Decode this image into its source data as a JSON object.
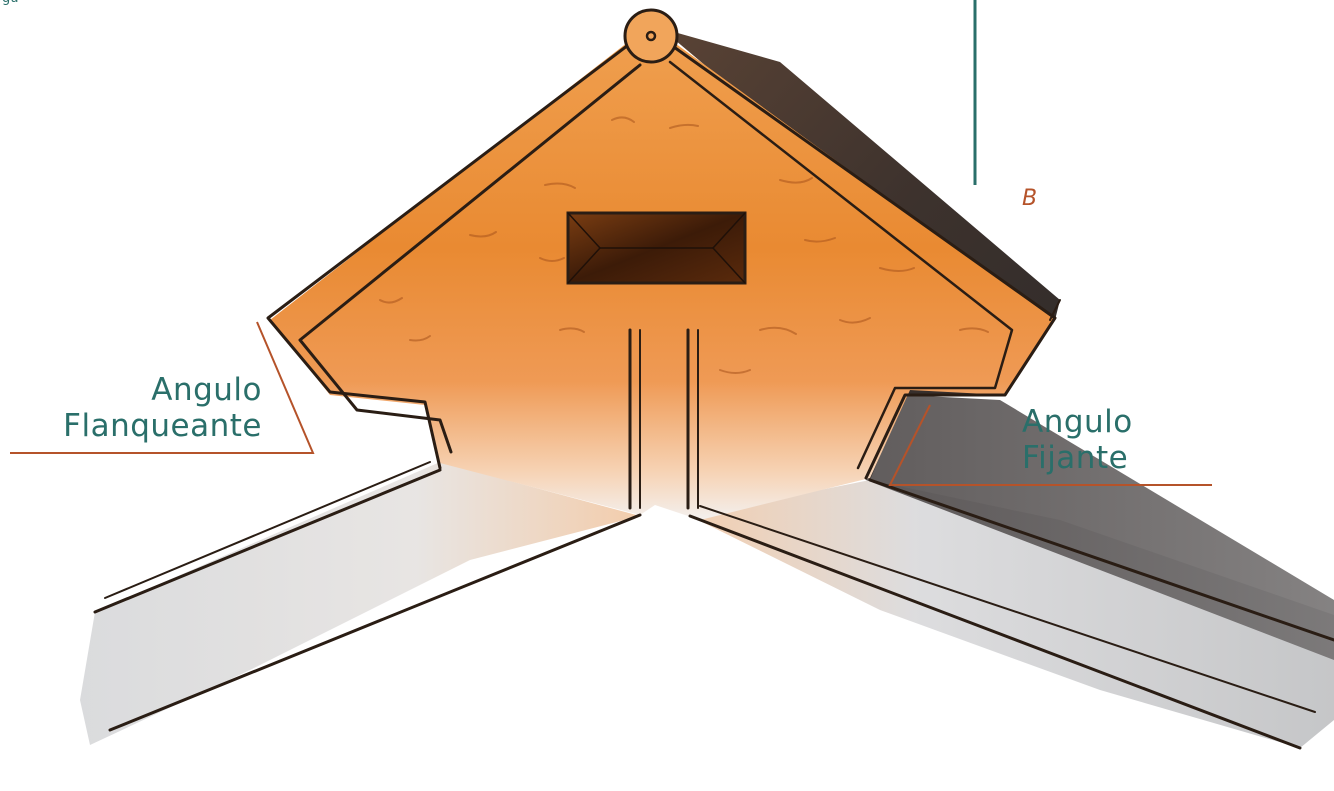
{
  "labels": {
    "flanking_angle": {
      "line1": "Angulo",
      "line2": "Flanqueante"
    },
    "fixing_angle": {
      "line1": "Angulo",
      "line2": "Fijante"
    },
    "point_b": "B",
    "corner_fragment": "gu"
  },
  "colors": {
    "label_text": "#2a6f6a",
    "leader_line": "#b5532a",
    "point_label": "#b5532a",
    "bastion_fill": "#e8892f",
    "bastion_light": "#f4ad6a",
    "shadow_face": "#3a302b",
    "wall_gray": "#c9cacc",
    "outline": "#2a1d14",
    "vertical_line": "#2a6f6a"
  }
}
